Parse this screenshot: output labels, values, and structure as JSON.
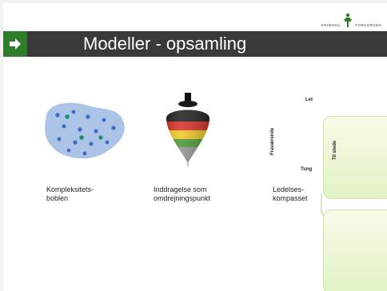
{
  "slide": {
    "title": "Modeller - opsamling",
    "logo_left": "KRIMINAL",
    "logo_right": "FORSORGEN",
    "icons": {
      "title_arrow": "right-arrow-icon",
      "logo": "figure-logo-icon"
    },
    "colors": {
      "title_bar": "#3a3a3a",
      "accent_green": "#2f7d2b",
      "blob_fill": "#8fb0e0",
      "compass_fill": "#e3f2c5"
    }
  },
  "models": [
    {
      "caption_line1": "Kompleksitets-",
      "caption_line2": "boblen"
    },
    {
      "caption_line1": "Inddragelse som",
      "caption_line2": "omdrejningspunkt"
    },
    {
      "caption_line1": "Ledelses-",
      "caption_line2": "kompasset"
    }
  ],
  "compass": {
    "top_label": "Let",
    "bottom_label": "Tung",
    "left_label": "Fraværende",
    "right_label": "Til stede"
  }
}
